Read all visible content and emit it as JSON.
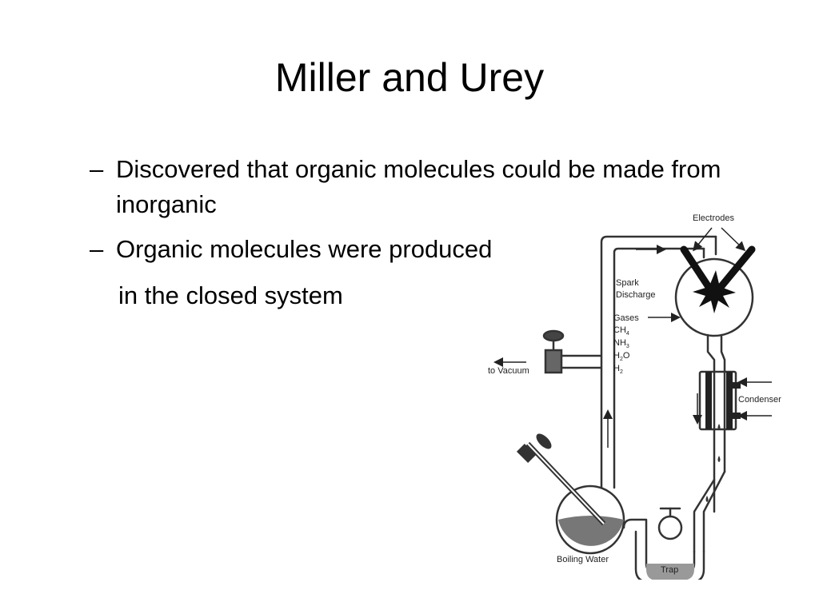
{
  "slide": {
    "title": "Miller and Urey",
    "bullets": [
      {
        "dash": "–",
        "text": "Discovered that organic molecules could be made from inorganic"
      },
      {
        "dash": "–",
        "text": "Organic molecules were produced"
      }
    ],
    "continuation": "in the closed system"
  },
  "diagram": {
    "labels": {
      "electrodes": "Electrodes",
      "spark_line1": "Spark",
      "spark_line2": "Discharge",
      "gases": "Gases",
      "gas_ch4": "CH",
      "gas_ch4_sub": "4",
      "gas_nh3": "NH",
      "gas_nh3_sub": "3",
      "gas_h2o_h": "H",
      "gas_h2o_sub": "2",
      "gas_h2o_o": "O",
      "gas_h2": "H",
      "gas_h2_sub": "2",
      "vacuum": "to Vacuum",
      "condenser": "Condenser",
      "boiling_water": "Boiling Water",
      "trap": "Trap"
    }
  }
}
